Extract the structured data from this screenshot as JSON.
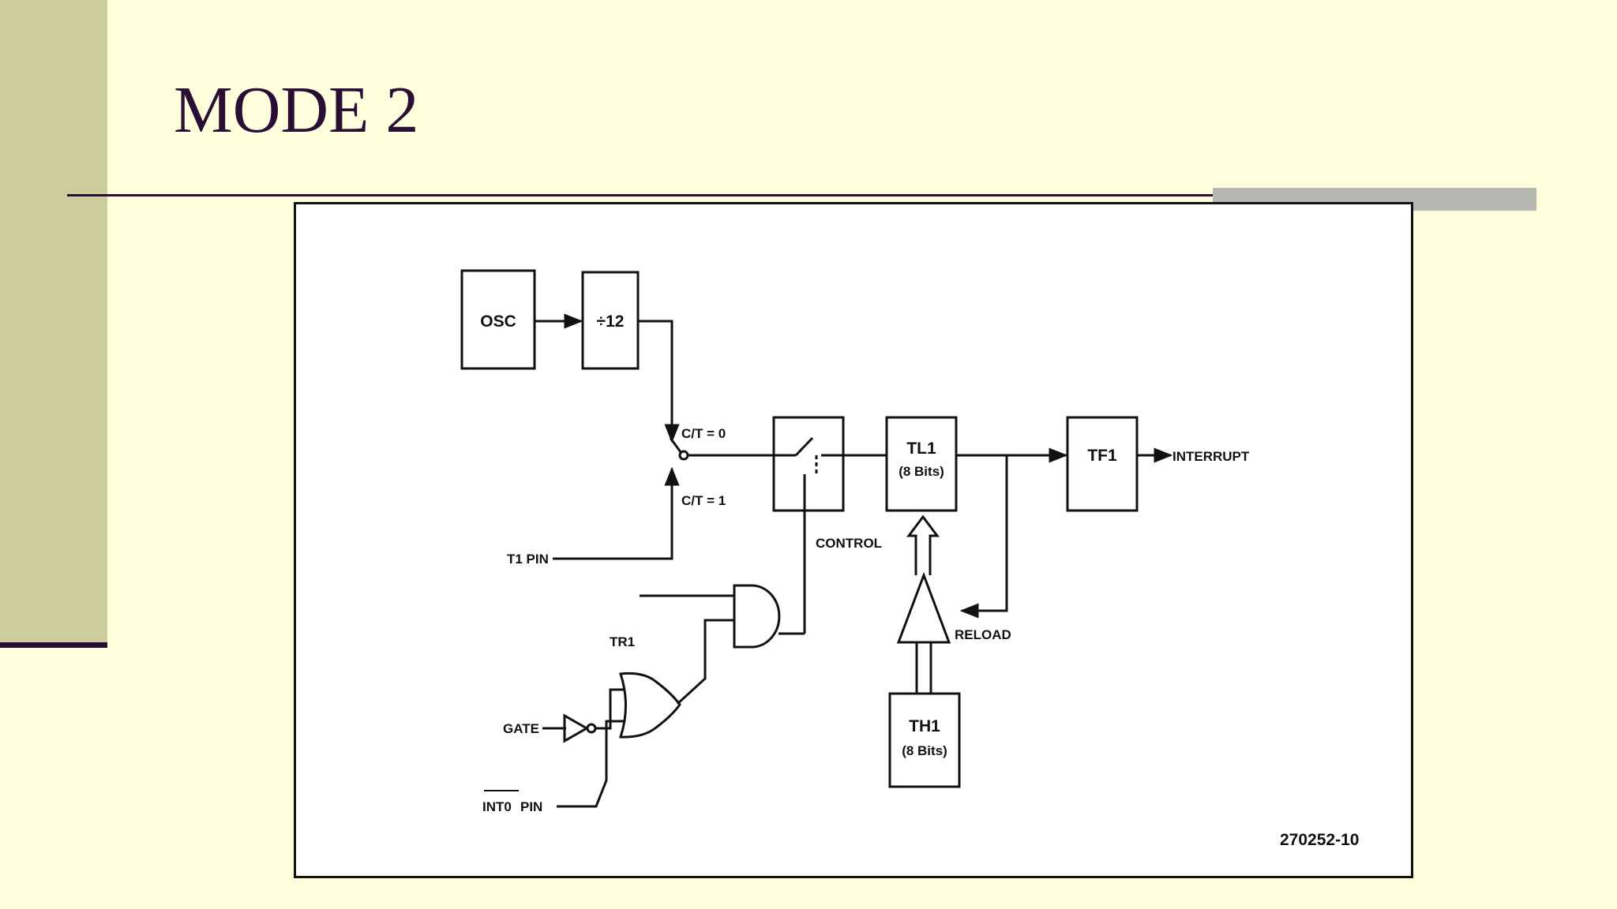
{
  "slide": {
    "title": "MODE 2"
  },
  "diagram": {
    "blocks": {
      "osc": "OSC",
      "divider": "÷12",
      "tl1": "TL1",
      "tl1_sub": "(8 Bits)",
      "tf1": "TF1",
      "th1": "TH1",
      "th1_sub": "(8 Bits)"
    },
    "labels": {
      "ct0": "C/T = 0",
      "ct1": "C/T = 1",
      "t1pin": "T1 PIN",
      "control": "CONTROL",
      "interrupt": "INTERRUPT",
      "reload": "RELOAD",
      "tr1": "TR1",
      "gate": "GATE",
      "int0pin_bar": "INT0",
      "int0pin_suffix": "PIN",
      "figure_id": "270252-10"
    }
  },
  "colors": {
    "background": "#ffffde",
    "sidebar": "#cccc9d",
    "title": "#2b0e34",
    "accent_bar": "#b8b8b3"
  }
}
